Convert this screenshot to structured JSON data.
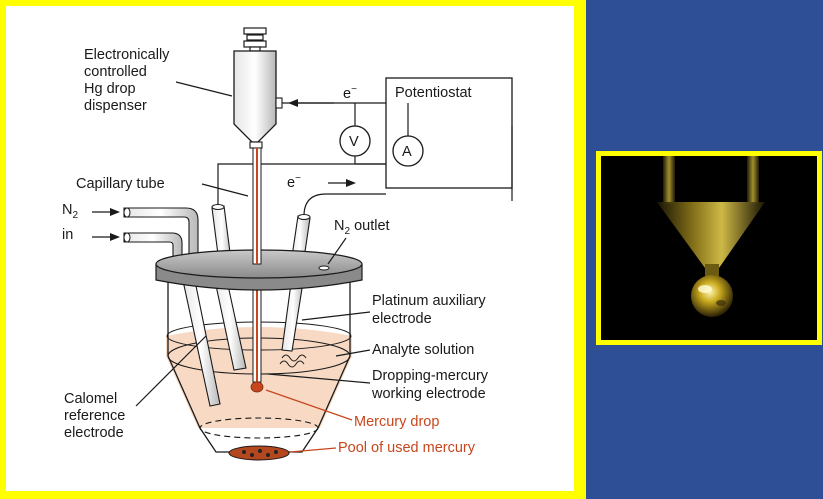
{
  "diagram": {
    "labels": {
      "dispenser": [
        "Electronically",
        "controlled",
        "Hg drop",
        "dispenser"
      ],
      "potentiostat": "Potentiostat",
      "electron": "e",
      "electron_sup": "−",
      "voltmeter": "V",
      "ammeter": "A",
      "capillary": "Capillary tube",
      "n2_in_main": "N",
      "n2_in_sub": "2",
      "in": "in",
      "n2_outlet_main": "N",
      "n2_outlet_sub": "2",
      "n2_outlet_rest": " outlet",
      "platinum": [
        "Platinum auxiliary",
        "electrode"
      ],
      "analyte": "Analyte solution",
      "dropping": [
        "Dropping-mercury",
        "working electrode"
      ],
      "calomel": [
        "Calomel",
        "reference",
        "electrode"
      ],
      "mercury_drop": "Mercury drop",
      "pool": "Pool of used mercury"
    },
    "colors": {
      "frame": "#ffff00",
      "background": "#2e4f96",
      "solution": "#f7d9c4",
      "mercury_label": "#c8461e",
      "mercury_pool": "#b5471f"
    }
  },
  "photo": {
    "subject": "mercury-drop-photo"
  }
}
